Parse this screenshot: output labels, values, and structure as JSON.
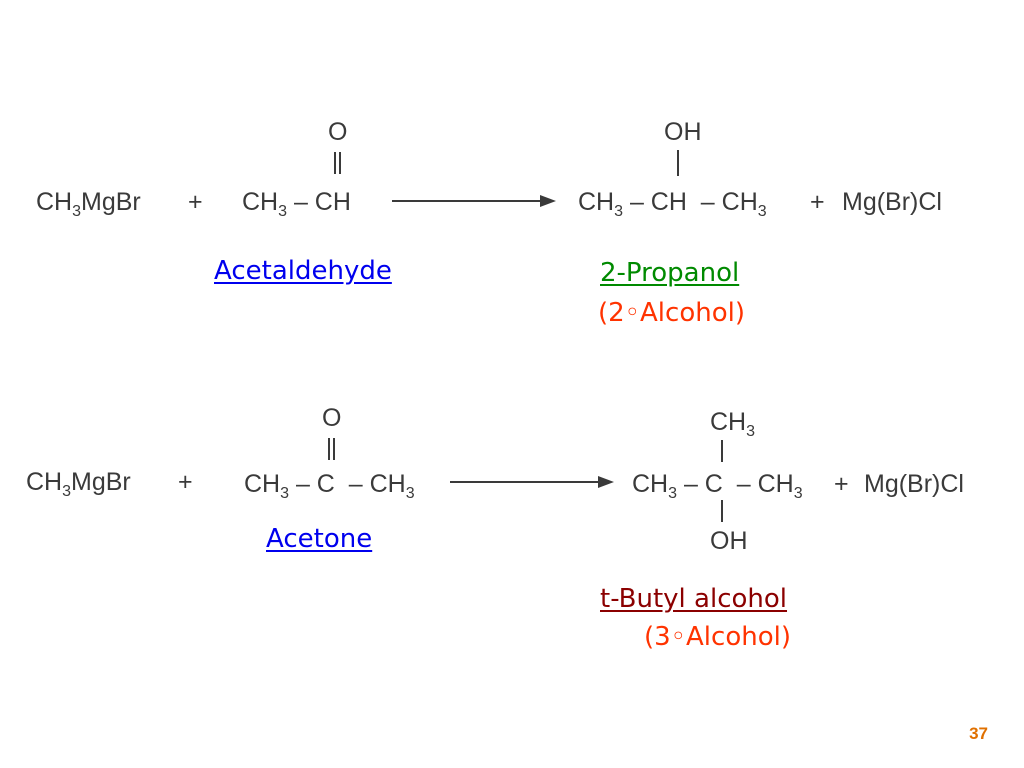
{
  "reaction1": {
    "reagent": "CH3MgBr",
    "plus": "+",
    "carbonyl_o": "O",
    "carbonyl_chain": "CH3 – CH",
    "product_oh": "OH",
    "product_chain": "CH3 – CH  – CH3",
    "plus2": "+",
    "byproduct": "Mg(Br)Cl",
    "reactant_name": "Acetaldehyde",
    "product_name": "2-Propanol",
    "product_class": "(2◦Alcohol)"
  },
  "reaction2": {
    "reagent": "CH3MgBr",
    "plus": "+",
    "carbonyl_o": "O",
    "carbonyl_chain": "CH3 – C  – CH3",
    "product_top": "CH3",
    "product_chain": "CH3 – C  – CH3",
    "product_bottom": "OH",
    "plus2": "+",
    "byproduct": "Mg(Br)Cl",
    "reactant_name": "Acetone",
    "product_name": "t-Butyl alcohol",
    "product_class": "(3◦Alcohol)"
  },
  "colors": {
    "blue_label": "#0000ee",
    "green_label": "#008a00",
    "red_label": "#ff3300",
    "dark_red_label": "#8b0000",
    "page_number": "#e07000"
  },
  "page_number": "37"
}
